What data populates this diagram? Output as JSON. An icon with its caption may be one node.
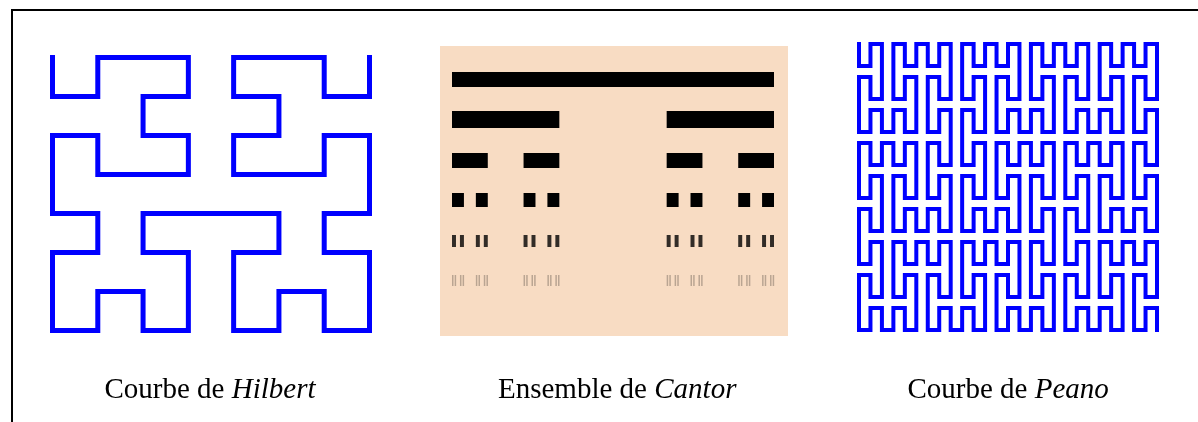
{
  "diagram": {
    "labels": [
      "Courbe de *Hilbert*",
      "Ensemble de *Cantor*",
      "Courbe de *Peano*"
    ]
  }
}
